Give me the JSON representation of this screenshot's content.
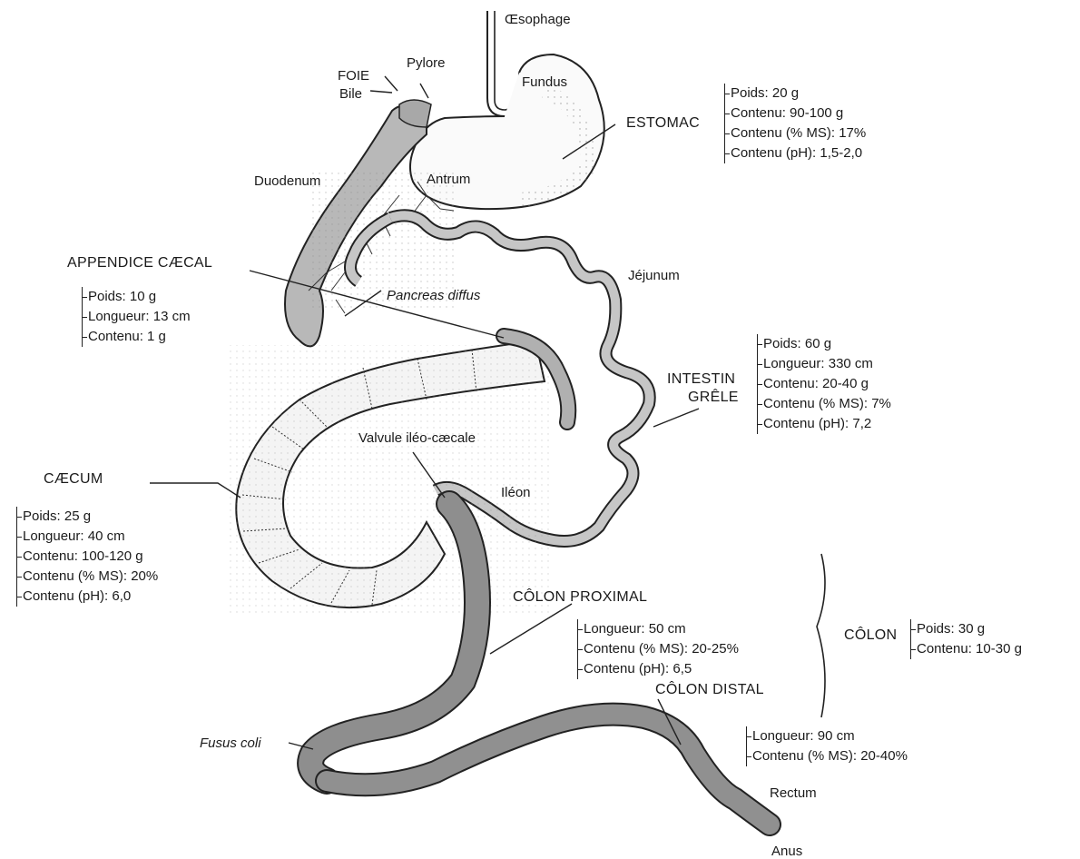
{
  "organs": {
    "oesophage": "Œsophage",
    "foie": "FOIE",
    "bile": "Bile",
    "pylore": "Pylore",
    "fundus": "Fundus",
    "antrum": "Antrum",
    "duodenum": "Duodenum",
    "jejunum": "Jéjunum",
    "pancreas": "Pancreas diffus",
    "valvule": "Valvule iléo-cæcale",
    "ileon": "Iléon",
    "fusus_coli": "Fusus coli",
    "rectum": "Rectum",
    "anus": "Anus"
  },
  "estomac": {
    "title": "ESTOMAC",
    "stats": [
      "Poids: 20 g",
      "Contenu: 90-100 g",
      "Contenu (% MS): 17%",
      "Contenu (pH): 1,5-2,0"
    ]
  },
  "appendice": {
    "title": "APPENDICE CÆCAL",
    "stats": [
      "Poids: 10 g",
      "Longueur: 13 cm",
      "Contenu: 1 g"
    ]
  },
  "intestin": {
    "title_1": "INTESTIN",
    "title_2": "GRÊLE",
    "stats": [
      "Poids: 60 g",
      "Longueur: 330 cm",
      "Contenu: 20-40 g",
      "Contenu (% MS): 7%",
      "Contenu (pH): 7,2"
    ]
  },
  "caecum": {
    "title": "CÆCUM",
    "stats": [
      "Poids: 25 g",
      "Longueur: 40 cm",
      "Contenu: 100-120 g",
      "Contenu (% MS): 20%",
      "Contenu (pH): 6,0"
    ]
  },
  "colon_proximal": {
    "title": "CÔLON PROXIMAL",
    "stats": [
      "Longueur: 50 cm",
      "Contenu (% MS): 20-25%",
      "Contenu (pH): 6,5"
    ]
  },
  "colon": {
    "title": "CÔLON",
    "stats": [
      "Poids: 30 g",
      "Contenu: 10-30 g"
    ]
  },
  "colon_distal": {
    "title": "CÔLON DISTAL",
    "stats": [
      "Longueur: 90 cm",
      "Contenu (% MS): 20-40%"
    ]
  },
  "colors": {
    "outline": "#222222",
    "organ_light": "#f4f4f4",
    "organ_mid": "#b8b8b8",
    "organ_dark": "#8e8e8e"
  }
}
